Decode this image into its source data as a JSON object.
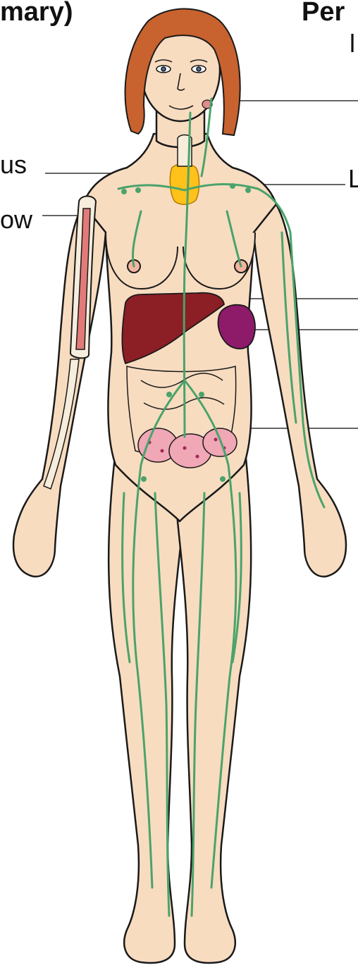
{
  "labels": {
    "left_heading": "mary)",
    "right_heading": "Per",
    "left_label_1": "us",
    "left_label_2": "ow",
    "right_fragment_1": "l",
    "right_fragment_2": "L"
  },
  "colors": {
    "skin": "#f8dcc0",
    "outline": "#1a1a1a",
    "hair": "#c8622f",
    "lymph_vessels": "#4aa36a",
    "thymus": "#ffc21a",
    "liver": "#8c1e25",
    "spleen": "#8e1a6a",
    "marrow": "#e27a7a",
    "peyers_patches": "#f0a7b6"
  }
}
